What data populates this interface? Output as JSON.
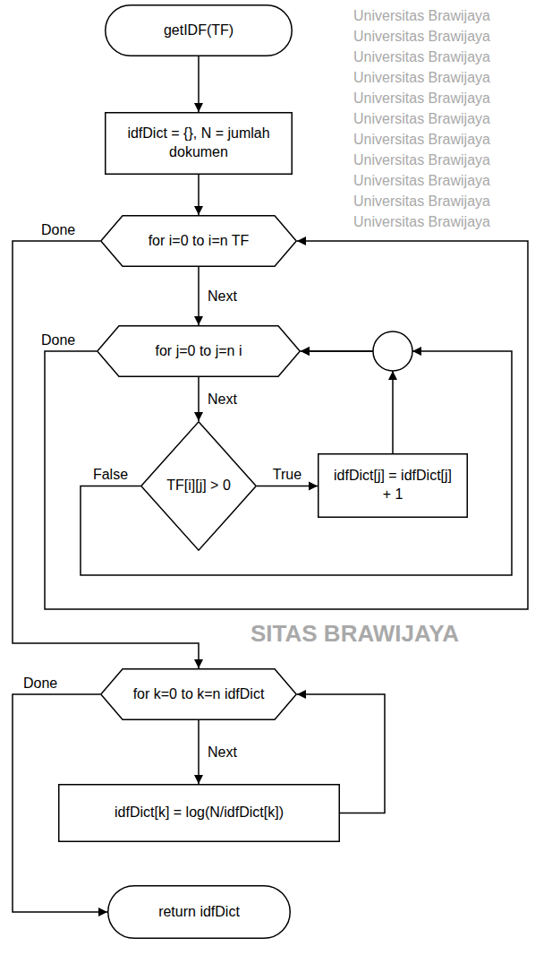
{
  "diagram": {
    "nodes": [
      {
        "text": [
          "getIDF(TF)"
        ]
      },
      {
        "text": [
          "idfDict = {}, N = jumlah dokumen"
        ]
      },
      {
        "text": [
          "for i=0 to i=n TF"
        ]
      },
      {
        "text": [
          "for j=0 to j=n i"
        ]
      },
      {
        "text": [
          "TF[i][j] > 0"
        ]
      },
      {
        "text": [
          "idfDict[j] = idfDict[j] + 1"
        ]
      },
      {
        "text": [
          "for k=0 to k=n idfDict"
        ]
      },
      {
        "text": [
          "idfDict[k] = log(N/idfDict[k])"
        ]
      },
      {
        "text": [
          "return idfDict"
        ]
      }
    ],
    "edges": [
      {
        "from": 0,
        "to": 1,
        "arrow": "to"
      },
      {
        "from": 1,
        "to": 2,
        "arrow": "to"
      },
      {
        "from": 2,
        "to": 3,
        "label": "Next",
        "arrow": "to"
      },
      {
        "from": 3,
        "to": 4,
        "label": "Next",
        "arrow": "to"
      },
      {
        "from": 4,
        "to": 5,
        "label": "True",
        "arrow": "to"
      },
      {
        "from": 4,
        "to": 3,
        "label": "False",
        "arrow": "to"
      },
      {
        "from": 5,
        "to": 3,
        "arrow": "to"
      },
      {
        "from": 3,
        "to": 2,
        "label": "Done",
        "arrow": "to"
      },
      {
        "from": 2,
        "to": 6,
        "label": "Done",
        "arrow": "to"
      },
      {
        "from": 6,
        "to": 7,
        "label": "Next",
        "arrow": "to"
      },
      {
        "from": 7,
        "to": 6,
        "arrow": "to"
      },
      {
        "from": 6,
        "to": 8,
        "label": "Done",
        "arrow": "to"
      }
    ],
    "labels": [
      "Universitas Brawijaya",
      "Universitas Brawijaya",
      "Universitas Brawijaya",
      "Universitas Brawijaya",
      "Universitas Brawijaya",
      "Universitas Brawijaya",
      "Universitas Brawijaya",
      "Universitas Brawijaya",
      "Universitas Brawijaya",
      "Universitas Brawijaya",
      "Universitas Brawijaya",
      "SITAS BRAWIJAYA"
    ]
  }
}
